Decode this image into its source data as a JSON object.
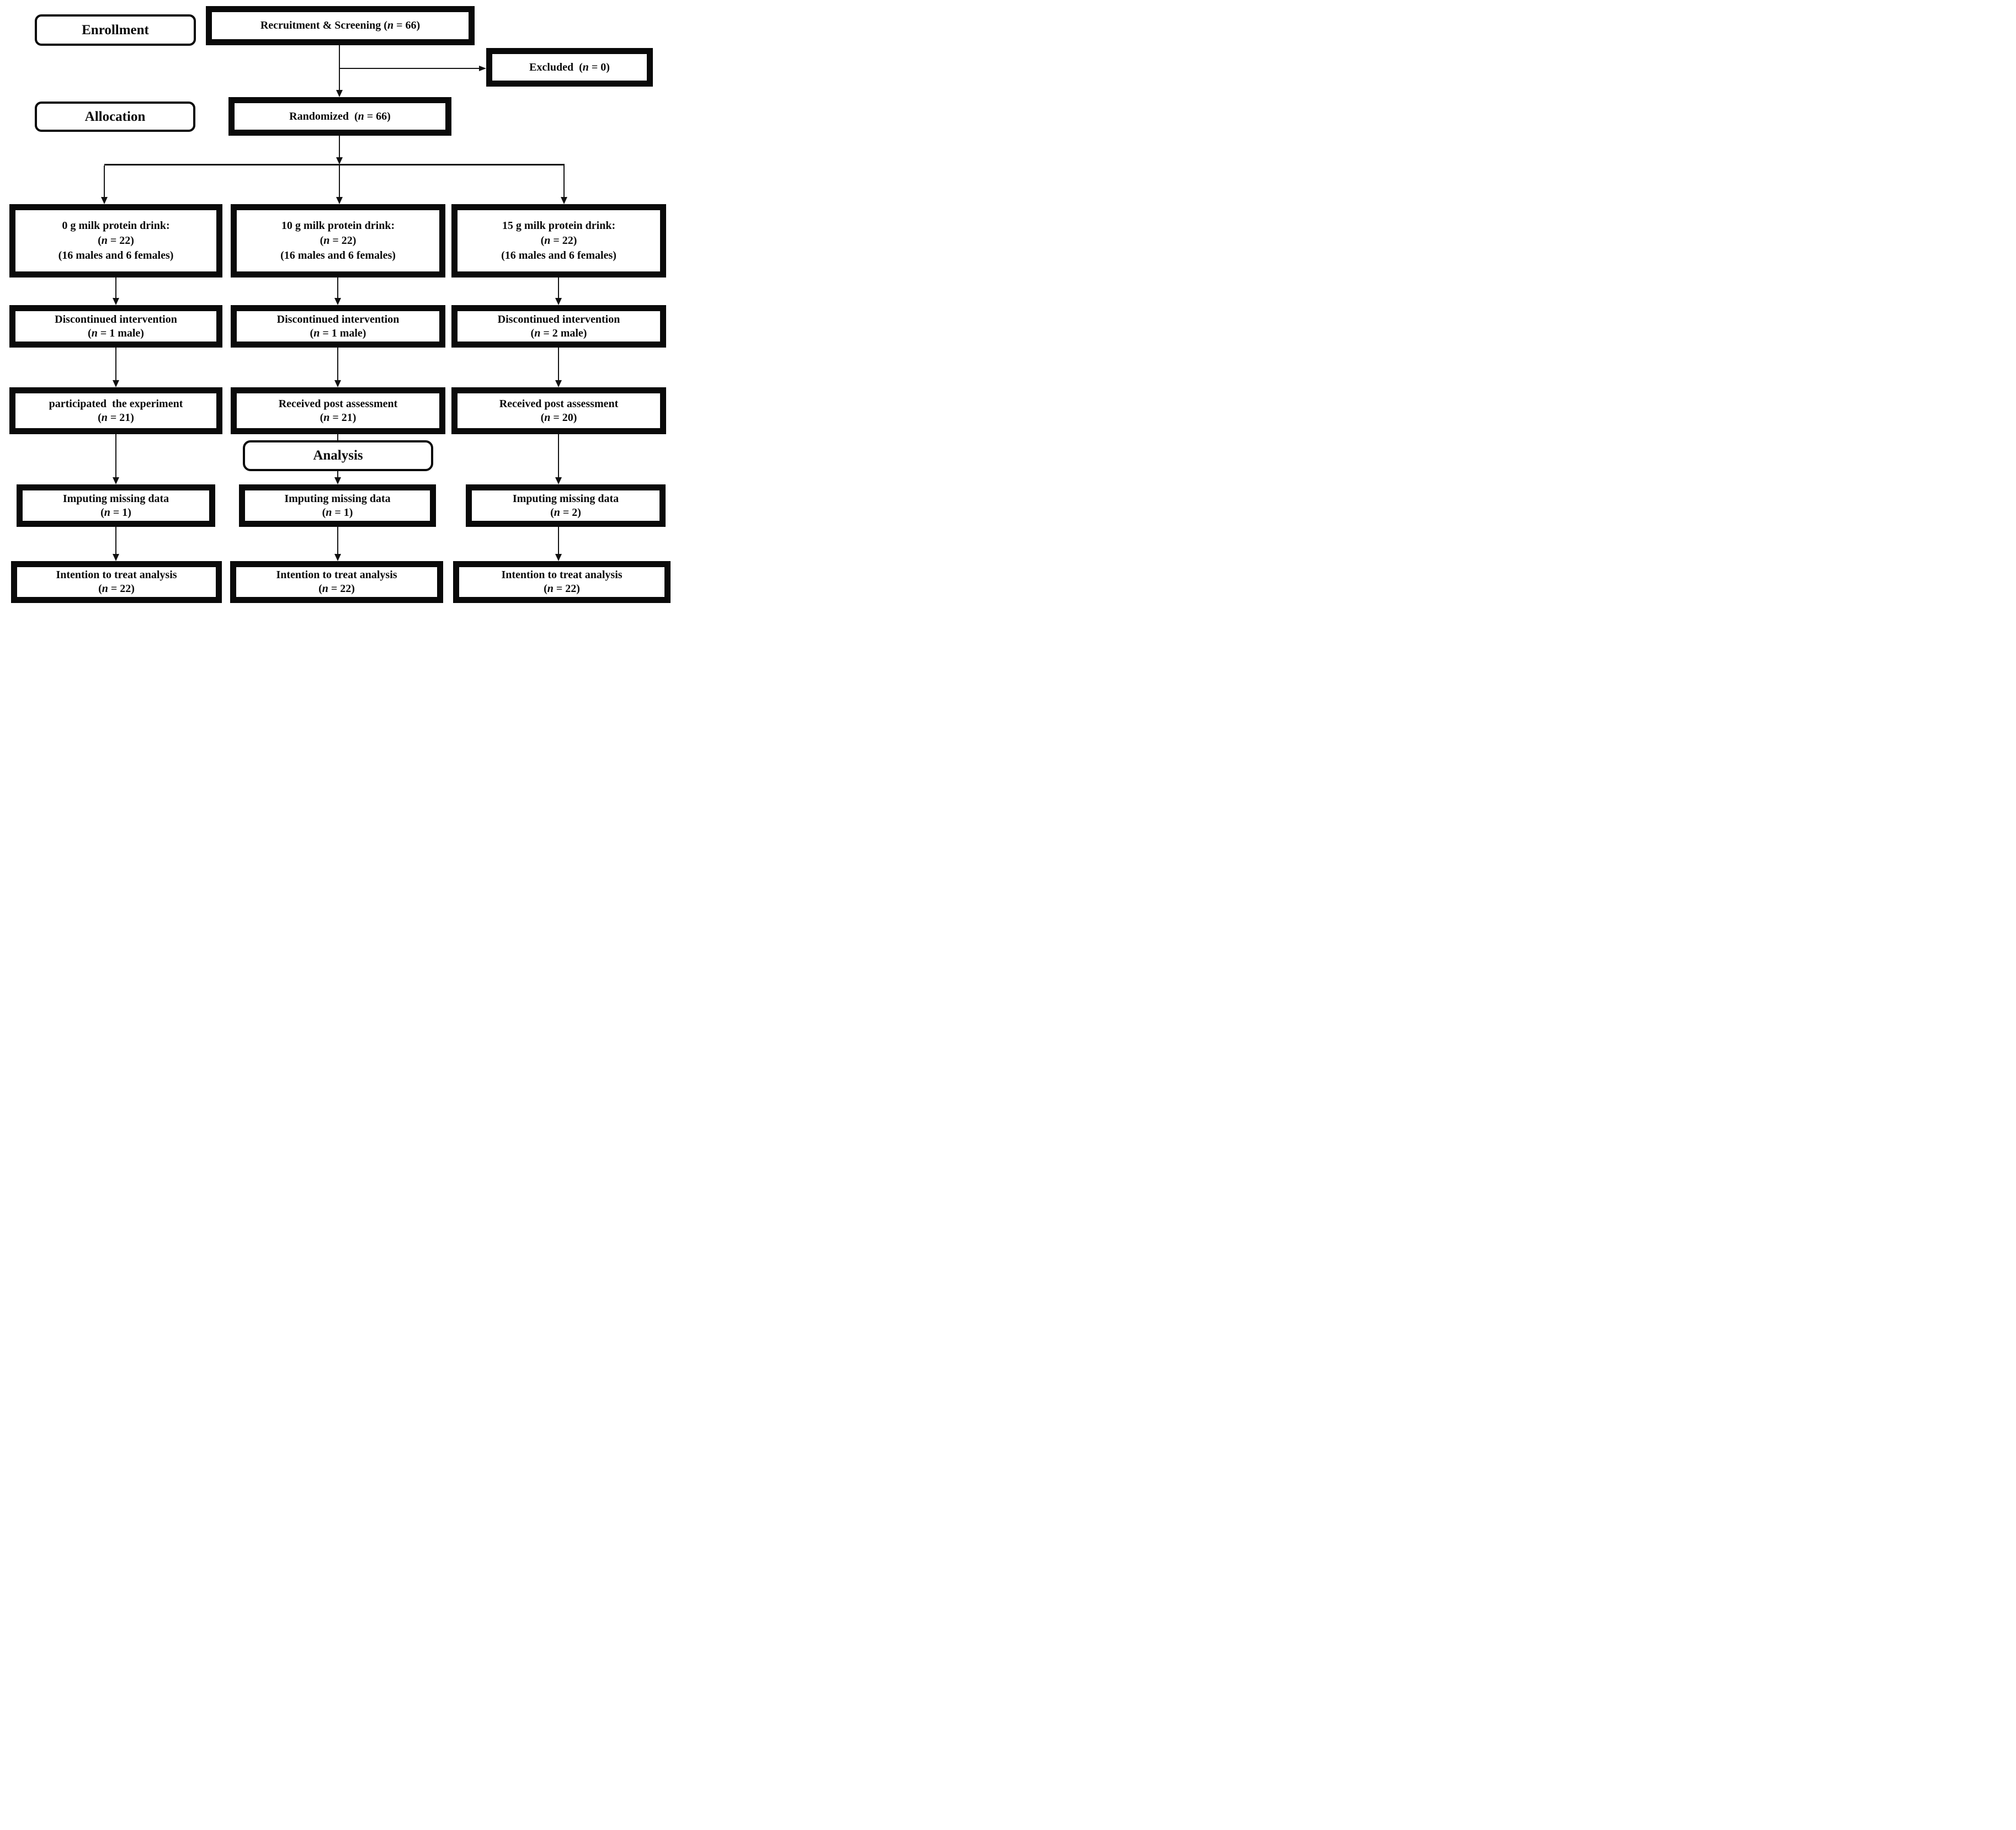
{
  "common": {
    "open_paren": "(",
    "n": "n"
  },
  "labels": {
    "enrollment": "Enrollment",
    "allocation": "Allocation",
    "analysis": "Analysis"
  },
  "top": {
    "recruitment": {
      "title": "Recruitment & Screening ",
      "n_rest": " = 66)"
    },
    "excluded": {
      "title": "Excluded  ",
      "n_rest": " = 0)"
    },
    "randomized": {
      "title": "Randomized  ",
      "n_rest": " = 66)"
    }
  },
  "columns": [
    {
      "alloc": {
        "line1": "0 g milk protein drink:",
        "n_rest": " = 22)",
        "line3": "(16 males and 6 females)"
      },
      "discontinued": {
        "line1": "Discontinued intervention",
        "n_rest": " = 1 male)"
      },
      "post": {
        "line1": "participated  the experiment",
        "n_rest": " = 21)"
      },
      "imputing": {
        "line1": "Imputing missing data",
        "n_rest": " = 1)"
      },
      "itt": {
        "line1": "Intention to treat analysis",
        "n_rest": " = 22)"
      }
    },
    {
      "alloc": {
        "line1": "10 g milk protein drink:",
        "n_rest": " = 22)",
        "line3": "(16 males and 6 females)"
      },
      "discontinued": {
        "line1": "Discontinued intervention",
        "n_rest": " = 1 male)"
      },
      "post": {
        "line1": "Received post assessment",
        "n_rest": " = 21)"
      },
      "imputing": {
        "line1": "Imputing missing data",
        "n_rest": " = 1)"
      },
      "itt": {
        "line1": "Intention to treat analysis",
        "n_rest": " = 22)"
      }
    },
    {
      "alloc": {
        "line1": "15 g milk protein drink:",
        "n_rest": " = 22)",
        "line3": "(16 males and 6 females)"
      },
      "discontinued": {
        "line1": "Discontinued intervention",
        "n_rest": " = 2 male)"
      },
      "post": {
        "line1": "Received post assessment",
        "n_rest": " = 20)"
      },
      "imputing": {
        "line1": "Imputing missing data",
        "n_rest": " = 2)"
      },
      "itt": {
        "line1": "Intention to treat analysis",
        "n_rest": " = 22)"
      }
    }
  ],
  "colors": {
    "line": "#161616",
    "border": "#0a0a0a",
    "background": "#ffffff"
  }
}
